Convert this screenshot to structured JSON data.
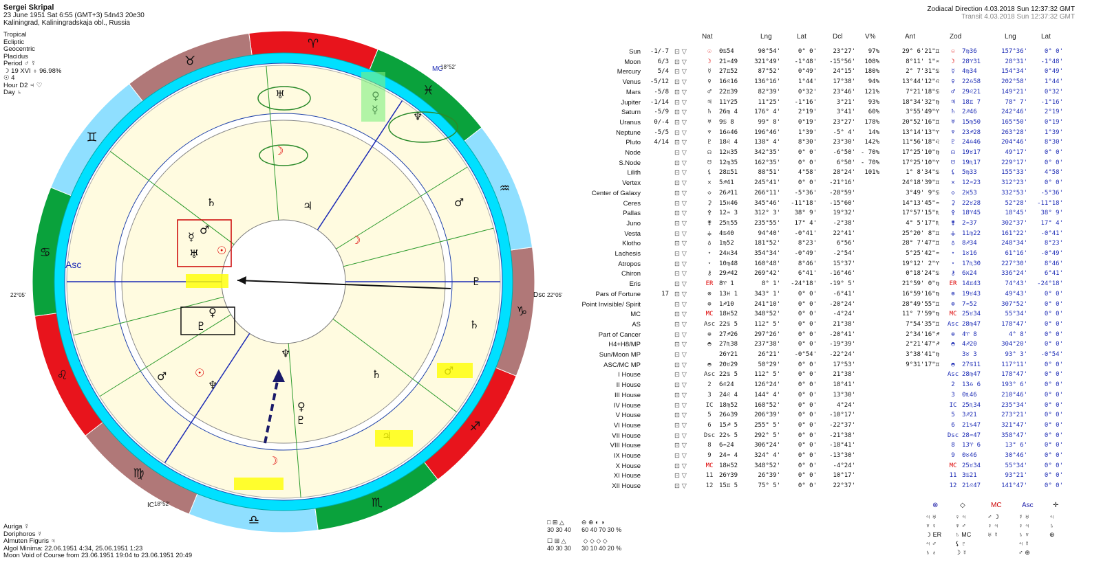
{
  "header": {
    "name": "Sergei Skripal",
    "line1": "23 June 1951  Sat   6:55 (GMT+3) 54n43  20e30",
    "line2": "Kaliningrad, Kaliningradskaja obl., Russia"
  },
  "meta": [
    "Tropical",
    "Ecliptic",
    "Geocentric",
    "Placidus",
    "Period ♂ ☿",
    "☽  19 XVI  ♁ 96.98%",
    "☉  4",
    "Hour D2 ♃ ♡",
    "Day ♄"
  ],
  "topright": {
    "line1": "Zodiacal Direction  4.03.2018   Sun 12:37:32 GMT",
    "line2": "Transit  4.03.2018   Sun 12:37:32 GMT"
  },
  "footer": [
    "Auriga  ☿",
    "Doriphoros  ☿",
    "Almuten Figuris  ♃",
    "Algol Minima: 22.06.1951  4:34, 25.06.1951  1:23",
    "Moon Void of Course from 23.06.1951 19:04 to 23.06.1951 20:49"
  ],
  "columns": {
    "nat": "Nat",
    "lng": "Lng",
    "lat": "Lat",
    "dcl": "Dcl",
    "vpct": "V%",
    "ant": "Ant",
    "zod": "Zod",
    "lng2": "Lng",
    "lat2": "Lat"
  },
  "rows": [
    {
      "label": "Sun",
      "aux": "-1/-7",
      "g": "☉",
      "pos": "0♋54",
      "lng": "90°54'",
      "lat": "0° 0'",
      "dcl": "23°27'",
      "v": "97%",
      "ant": "29° 6'21\"♊",
      "g2": "☉",
      "pos2": "7♍36",
      "lng2": "157°36'",
      "lat2": "0° 0'"
    },
    {
      "label": "Moon",
      "aux": "6/3",
      "g": "☽",
      "pos": "21♒49",
      "lng": "321°49'",
      "lat": "-1°48'",
      "dcl": "-15°56'",
      "v": "108%",
      "ant": "8°11' 1\"♒",
      "g2": "☽",
      "pos2": "28♈31",
      "lng2": "28°31'",
      "lat2": "-1°48'"
    },
    {
      "label": "Mercury",
      "aux": "5/4",
      "g": "☿",
      "pos": "27♊52",
      "lng": "87°52'",
      "lat": "0°49'",
      "dcl": "24°15'",
      "v": "180%",
      "ant": "2° 7'31\"♋",
      "g2": "☿",
      "pos2": "4♍34",
      "lng2": "154°34'",
      "lat2": "0°49'"
    },
    {
      "label": "Venus",
      "aux": "-5/12",
      "g": "♀",
      "pos": "16♌16",
      "lng": "136°16'",
      "lat": "1°44'",
      "dcl": "17°38'",
      "v": "94%",
      "ant": "13°44'12\"♌",
      "g2": "♀",
      "pos2": "22♎58",
      "lng2": "202°58'",
      "lat2": "1°44'"
    },
    {
      "label": "Mars",
      "aux": "-5/8",
      "g": "♂",
      "pos": "22♊39",
      "lng": "82°39'",
      "lat": "0°32'",
      "dcl": "23°46'",
      "v": "121%",
      "ant": "7°21'18\"♋",
      "g2": "♂",
      "pos2": "29♌21",
      "lng2": "149°21'",
      "lat2": "0°32'"
    },
    {
      "label": "Jupiter",
      "aux": "-1/14",
      "g": "♃",
      "pos": "11♈25",
      "lng": "11°25'",
      "lat": "-1°16'",
      "dcl": "3°21'",
      "v": "93%",
      "ant": "18°34'32\"♍",
      "g2": "♃",
      "pos2": "18♊ 7",
      "lng2": "78° 7'",
      "lat2": "-1°16'"
    },
    {
      "label": "Saturn",
      "aux": "-5/9",
      "g": "♄",
      "pos": "26♍ 4",
      "lng": "176° 4'",
      "lat": "2°19'",
      "dcl": "3°41'",
      "v": "60%",
      "ant": "3°55'49\"♈",
      "g2": "♄",
      "pos2": "2♐46",
      "lng2": "242°46'",
      "lat2": "2°19'"
    },
    {
      "label": "Uranus",
      "aux": "0/-4",
      "g": "♅",
      "pos": "9♋ 8",
      "lng": "99° 8'",
      "lat": "0°19'",
      "dcl": "23°27'",
      "v": "178%",
      "ant": "20°52'16\"♊",
      "g2": "♅",
      "pos2": "15♍50",
      "lng2": "165°50'",
      "lat2": "0°19'"
    },
    {
      "label": "Neptune",
      "aux": "-5/5",
      "g": "♆",
      "pos": "16♎46",
      "lng": "196°46'",
      "lat": "1°39'",
      "dcl": "-5° 4'",
      "v": "14%",
      "ant": "13°14'13\"♈",
      "g2": "♆",
      "pos2": "23♐28",
      "lng2": "263°28'",
      "lat2": "1°39'"
    },
    {
      "label": "Pluto",
      "aux": "4/14",
      "g": "♇",
      "pos": "18♌ 4",
      "lng": "138° 4'",
      "lat": "8°30'",
      "dcl": "23°30'",
      "v": "142%",
      "ant": "11°56'18\"♌",
      "g2": "♇",
      "pos2": "24♎46",
      "lng2": "204°46'",
      "lat2": "8°30'"
    },
    {
      "label": "Node",
      "aux": "",
      "g": "☊",
      "pos": "12♓35",
      "lng": "342°35'",
      "lat": "0° 0'",
      "dcl": "-6°50'",
      "v": "- 70%",
      "ant": "17°25'10\"♍",
      "g2": "☊",
      "pos2": "19♉17",
      "lng2": "49°17'",
      "lat2": "0° 0'"
    },
    {
      "label": "S.Node",
      "aux": "",
      "g": "☋",
      "pos": "12♍35",
      "lng": "162°35'",
      "lat": "0° 0'",
      "dcl": "6°50'",
      "v": "- 70%",
      "ant": "17°25'10\"♈",
      "g2": "☋",
      "pos2": "19♏17",
      "lng2": "229°17'",
      "lat2": "0° 0'"
    },
    {
      "label": "Lilith",
      "aux": "",
      "g": "⚸",
      "pos": "28♊51",
      "lng": "88°51'",
      "lat": "4°58'",
      "dcl": "28°24'",
      "v": "101%",
      "ant": "1° 8'34\"♋",
      "g2": "⚸",
      "pos2": "5♍33",
      "lng2": "155°33'",
      "lat2": "4°58'"
    },
    {
      "label": "Vertex",
      "aux": "",
      "g": "✕",
      "pos": "5♐41",
      "lng": "245°41'",
      "lat": "0° 0'",
      "dcl": "-21°16'",
      "v": "",
      "ant": "24°18'39\"♊",
      "g2": "✕",
      "pos2": "12♒23",
      "lng2": "312°23'",
      "lat2": "0° 0'"
    },
    {
      "label": "Center of Galaxy",
      "aux": "",
      "g": "◇",
      "pos": "26♐11",
      "lng": "266°11'",
      "lat": "-5°36'",
      "dcl": "-28°59'",
      "v": "",
      "ant": "3°49' 9\"♋",
      "g2": "◇",
      "pos2": "2♓53",
      "lng2": "332°53'",
      "lat2": "-5°36'"
    },
    {
      "label": "Ceres",
      "aux": "",
      "g": "⚳",
      "pos": "15♓46",
      "lng": "345°46'",
      "lat": "-11°18'",
      "dcl": "-15°60'",
      "v": "",
      "ant": "14°13'45\"♒",
      "g2": "⚳",
      "pos2": "22♉28",
      "lng2": "52°28'",
      "lat2": "-11°18'"
    },
    {
      "label": "Pallas",
      "aux": "",
      "g": "⚴",
      "pos": "12♒ 3",
      "lng": "312° 3'",
      "lat": "38° 9'",
      "dcl": "19°32'",
      "v": "",
      "ant": "17°57'15\"♏",
      "g2": "⚴",
      "pos2": "18♈45",
      "lng2": "18°45'",
      "lat2": "38° 9'"
    },
    {
      "label": "Juno",
      "aux": "",
      "g": "⚵",
      "pos": "25♏55",
      "lng": "235°55'",
      "lat": "17° 4'",
      "dcl": "-2°38'",
      "v": "",
      "ant": "4° 5'17\"♏",
      "g2": "⚵",
      "pos2": "2♒37",
      "lng2": "302°37'",
      "lat2": "17° 4'"
    },
    {
      "label": "Vesta",
      "aux": "",
      "g": "⚶",
      "pos": "4♋40",
      "lng": "94°40'",
      "lat": "-0°41'",
      "dcl": "22°41'",
      "v": "",
      "ant": "25°20' 8\"♊",
      "g2": "⚶",
      "pos2": "11♍22",
      "lng2": "161°22'",
      "lat2": "-0°41'"
    },
    {
      "label": "Klotho",
      "aux": "",
      "g": "♁",
      "pos": "1♍52",
      "lng": "181°52'",
      "lat": "8°23'",
      "dcl": "6°56'",
      "v": "",
      "ant": "28° 7'47\"♊",
      "g2": "♁",
      "pos2": "8♐34",
      "lng2": "248°34'",
      "lat2": "8°23'"
    },
    {
      "label": "Lachesis",
      "aux": "",
      "g": "⋆",
      "pos": "24♓34",
      "lng": "354°34'",
      "lat": "-0°49'",
      "dcl": "-2°54'",
      "v": "",
      "ant": "5°25'42\"♒",
      "g2": "⋆",
      "pos2": "1♉16",
      "lng2": "61°16'",
      "lat2": "-0°49'"
    },
    {
      "label": "Atropos",
      "aux": "",
      "g": "⋆",
      "pos": "10♍48",
      "lng": "160°48'",
      "lat": "8°46'",
      "dcl": "15°37'",
      "v": "",
      "ant": "19°12' 2\"♈",
      "g2": "⋆",
      "pos2": "17♏30",
      "lng2": "227°30'",
      "lat2": "8°46'"
    },
    {
      "label": "Chiron",
      "aux": "",
      "g": "⚷",
      "pos": "29♐42",
      "lng": "269°42'",
      "lat": "6°41'",
      "dcl": "-16°46'",
      "v": "",
      "ant": "0°18'24\"♋",
      "g2": "⚷",
      "pos2": "6♓24",
      "lng2": "336°24'",
      "lat2": "6°41'"
    },
    {
      "label": "Eris",
      "aux": "",
      "g": "ER",
      "pos": "8♈ 1",
      "lng": "8° 1'",
      "lat": "-24°18'",
      "dcl": "-19° 5'",
      "v": "",
      "ant": "21°59' 0\"♍",
      "g2": "ER",
      "pos2": "14♊43",
      "lng2": "74°43'",
      "lat2": "-24°18'"
    },
    {
      "label": "Pars of Fortune",
      "aux": "17",
      "g": "⊗",
      "pos": "13♓ 1",
      "lng": "343° 1'",
      "lat": "0° 0'",
      "dcl": "-6°41'",
      "v": "",
      "ant": "16°59'16\"♍",
      "g2": "⊗",
      "pos2": "19♉43",
      "lng2": "49°43'",
      "lat2": "0° 0'"
    },
    {
      "label": "Point Invisible/ Spirit",
      "aux": "",
      "g": "⊕",
      "pos": "1♐10",
      "lng": "241°10'",
      "lat": "0° 0'",
      "dcl": "-20°24'",
      "v": "",
      "ant": "28°49'55\"♊",
      "g2": "⊕",
      "pos2": "7♒52",
      "lng2": "307°52'",
      "lat2": "0° 0'"
    },
    {
      "label": "MC",
      "aux": "",
      "g": "MC",
      "pos": "18♓52",
      "lng": "348°52'",
      "lat": "0° 0'",
      "dcl": "-4°24'",
      "v": "",
      "ant": "11° 7'59\"♍",
      "g2": "MC",
      "pos2": "25♉34",
      "lng2": "55°34'",
      "lat2": "0° 0'"
    },
    {
      "label": "AS",
      "aux": "",
      "g": "Asc",
      "pos": "22♋ 5",
      "lng": "112° 5'",
      "lat": "0° 0'",
      "dcl": "21°38'",
      "v": "",
      "ant": "7°54'35\"♊",
      "g2": "Asc",
      "pos2": "28♍47",
      "lng2": "178°47'",
      "lat2": "0° 0'"
    },
    {
      "label": "Part of Cancer",
      "aux": "",
      "g": "⊕",
      "pos": "27♐26",
      "lng": "297°26'",
      "lat": "0° 0'",
      "dcl": "-20°41'",
      "v": "",
      "ant": "2°34'16\"♐",
      "g2": "⊕",
      "pos2": "4♈ 8",
      "lng2": "4° 8'",
      "lat2": "0° 0'"
    },
    {
      "label": "H4+H8/MP",
      "aux": "",
      "g": "◓",
      "pos": "27♏38",
      "lng": "237°38'",
      "lat": "0° 0'",
      "dcl": "-19°39'",
      "v": "",
      "ant": "2°21'47\"♐",
      "g2": "◓",
      "pos2": "4♐20",
      "lng2": "304°20'",
      "lat2": "0° 0'"
    },
    {
      "label": "Sun/Moon MP",
      "aux": "",
      "g": "",
      "pos": "26♈21",
      "lng": "26°21'",
      "lat": "-0°54'",
      "dcl": "-22°24'",
      "v": "",
      "ant": "3°38'41\"♍",
      "g2": "",
      "pos2": "3♉ 3",
      "lng2": "93° 3'",
      "lat2": "-0°54'"
    },
    {
      "label": "ASC/MC MP",
      "aux": "",
      "g": "◓",
      "pos": "20♉29",
      "lng": "50°29'",
      "lat": "0° 0'",
      "dcl": "17°53'",
      "v": "",
      "ant": "9°31'17\"♊",
      "g2": "◓",
      "pos2": "27♋11",
      "lng2": "117°11'",
      "lat2": "0° 0'"
    },
    {
      "label": "I House",
      "aux": "",
      "g": "Asc",
      "pos": "22♋ 5",
      "lng": "112° 5'",
      "lat": "0° 0'",
      "dcl": "21°38'",
      "v": "",
      "ant": "",
      "g2": "Asc",
      "pos2": "28♍47",
      "lng2": "178°47'",
      "lat2": "0° 0'"
    },
    {
      "label": "II House",
      "aux": "",
      "g": "2",
      "pos": "6♌24",
      "lng": "126°24'",
      "lat": "0° 0'",
      "dcl": "18°41'",
      "v": "",
      "ant": "",
      "g2": "2",
      "pos2": "13♎ 6",
      "lng2": "193° 6'",
      "lat2": "0° 0'"
    },
    {
      "label": "III House",
      "aux": "",
      "g": "3",
      "pos": "24♌ 4",
      "lng": "144° 4'",
      "lat": "0° 0'",
      "dcl": "13°30'",
      "v": "",
      "ant": "",
      "g2": "3",
      "pos2": "0♏46",
      "lng2": "210°46'",
      "lat2": "0° 0'"
    },
    {
      "label": "IV House",
      "aux": "",
      "g": "IC",
      "pos": "18♍52",
      "lng": "168°52'",
      "lat": "0° 0'",
      "dcl": "4°24'",
      "v": "",
      "ant": "",
      "g2": "IC",
      "pos2": "25♏34",
      "lng2": "235°34'",
      "lat2": "0° 0'"
    },
    {
      "label": "V House",
      "aux": "",
      "g": "5",
      "pos": "26♎39",
      "lng": "206°39'",
      "lat": "0° 0'",
      "dcl": "-10°17'",
      "v": "",
      "ant": "",
      "g2": "5",
      "pos2": "3♐21",
      "lng2": "273°21'",
      "lat2": "0° 0'"
    },
    {
      "label": "VI House",
      "aux": "",
      "g": "6",
      "pos": "15♐ 5",
      "lng": "255° 5'",
      "lat": "0° 0'",
      "dcl": "-22°37'",
      "v": "",
      "ant": "",
      "g2": "6",
      "pos2": "21♑47",
      "lng2": "321°47'",
      "lat2": "0° 0'"
    },
    {
      "label": "VII House",
      "aux": "",
      "g": "Dsc",
      "pos": "22♑ 5",
      "lng": "292° 5'",
      "lat": "0° 0'",
      "dcl": "-21°38'",
      "v": "",
      "ant": "",
      "g2": "Dsc",
      "pos2": "28♒47",
      "lng2": "358°47'",
      "lat2": "0° 0'"
    },
    {
      "label": "VIII House",
      "aux": "",
      "g": "8",
      "pos": "6♒24",
      "lng": "306°24'",
      "lat": "0° 0'",
      "dcl": "-18°41'",
      "v": "",
      "ant": "",
      "g2": "8",
      "pos2": "13♈ 6",
      "lng2": "13° 6'",
      "lat2": "0° 0'"
    },
    {
      "label": "IX House",
      "aux": "",
      "g": "9",
      "pos": "24♒ 4",
      "lng": "324° 4'",
      "lat": "0° 0'",
      "dcl": "-13°30'",
      "v": "",
      "ant": "",
      "g2": "9",
      "pos2": "0♉46",
      "lng2": "30°46'",
      "lat2": "0° 0'"
    },
    {
      "label": "X House",
      "aux": "",
      "g": "MC",
      "pos": "18♓52",
      "lng": "348°52'",
      "lat": "0° 0'",
      "dcl": "-4°24'",
      "v": "",
      "ant": "",
      "g2": "MC",
      "pos2": "25♉34",
      "lng2": "55°34'",
      "lat2": "0° 0'"
    },
    {
      "label": "XI House",
      "aux": "",
      "g": "11",
      "pos": "26♈39",
      "lng": "26°39'",
      "lat": "0° 0'",
      "dcl": "10°17'",
      "v": "",
      "ant": "",
      "g2": "11",
      "pos2": "3♋21",
      "lng2": "93°21'",
      "lat2": "0° 0'"
    },
    {
      "label": "XII House",
      "aux": "",
      "g": "12",
      "pos": "15♊ 5",
      "lng": "75° 5'",
      "lat": "0° 0'",
      "dcl": "22°37'",
      "v": "",
      "ant": "",
      "g2": "12",
      "pos2": "21♌47",
      "lng2": "141°47'",
      "lat2": "0° 0'"
    }
  ],
  "legend": {
    "l1": "30  30  40",
    "l2": "60  40  70  30 %",
    "l3": "40  30  30",
    "l4": "30  10  40  20 %"
  },
  "wheel": {
    "signs": [
      "♈",
      "♉",
      "♊",
      "♋",
      "♌",
      "♍",
      "♎",
      "♏",
      "♐",
      "♑",
      "♒",
      "♓"
    ],
    "asc_label": "Asc",
    "dsc_label": "Dsc",
    "mc_label": "MC",
    "ic_label": "IC",
    "asc_deg": "22°05'",
    "dsc_deg": "22°05'",
    "mc_deg": "18°52'",
    "ic_deg": "18°52'"
  },
  "colors": {
    "fire": "#e8141c",
    "earth": "#b07878",
    "air": "#8fdfff",
    "water": "#0aa23c",
    "cyan": "#00e0ff",
    "cream": "#fffbe0"
  }
}
